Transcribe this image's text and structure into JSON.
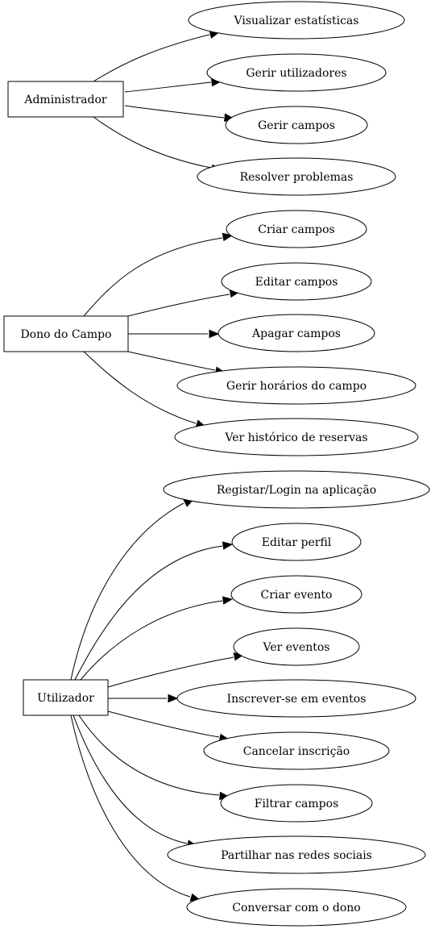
{
  "diagram": {
    "actors": [
      {
        "label": "Administrador",
        "use_cases": [
          "Visualizar estatísticas",
          "Gerir utilizadores",
          "Gerir campos",
          "Resolver problemas"
        ]
      },
      {
        "label": "Dono do Campo",
        "use_cases": [
          "Criar campos",
          "Editar campos",
          "Apagar campos",
          "Gerir horários do campo",
          "Ver histórico de reservas"
        ]
      },
      {
        "label": "Utilizador",
        "use_cases": [
          "Registar/Login na aplicação",
          "Editar perfil",
          "Criar evento",
          "Ver eventos",
          "Inscrever-se em eventos",
          "Cancelar inscrição",
          "Filtrar campos",
          "Partilhar nas redes sociais",
          "Conversar com o dono"
        ]
      }
    ]
  }
}
